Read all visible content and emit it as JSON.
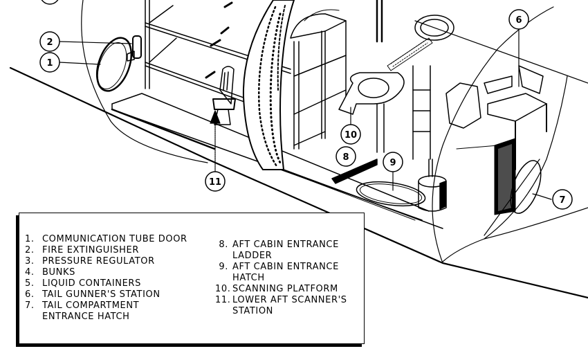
{
  "figure": {
    "description": "Aircraft aft cabin cutaway illustration",
    "colors": {
      "ink": "#000000",
      "paper": "#ffffff"
    }
  },
  "callouts": [
    {
      "id": "2",
      "label": "2"
    },
    {
      "id": "1",
      "label": "1"
    },
    {
      "id": "6",
      "label": "6"
    },
    {
      "id": "10",
      "label": "10"
    },
    {
      "id": "8",
      "label": "8"
    },
    {
      "id": "9",
      "label": "9"
    },
    {
      "id": "11",
      "label": "11"
    },
    {
      "id": "7",
      "label": "7"
    }
  ],
  "legend": {
    "left_items": [
      {
        "num": "1.",
        "label": "COMMUNICATION TUBE DOOR"
      },
      {
        "num": "2.",
        "label": "FIRE EXTINGUISHER"
      },
      {
        "num": "3.",
        "label": "PRESSURE REGULATOR"
      },
      {
        "num": "4.",
        "label": "BUNKS"
      },
      {
        "num": "5.",
        "label": "LIQUID CONTAINERS"
      },
      {
        "num": "6.",
        "label": "TAIL GUNNER'S STATION"
      },
      {
        "num": "7.",
        "label": "TAIL COMPARTMENT ENTRANCE HATCH"
      }
    ],
    "right_items": [
      {
        "num": "8.",
        "label": "AFT CABIN ENTRANCE LADDER"
      },
      {
        "num": "9.",
        "label": "AFT CABIN ENTRANCE HATCH"
      },
      {
        "num": "10.",
        "label": "SCANNING PLATFORM"
      },
      {
        "num": "11.",
        "label": "LOWER AFT SCANNER'S STATION"
      }
    ]
  }
}
